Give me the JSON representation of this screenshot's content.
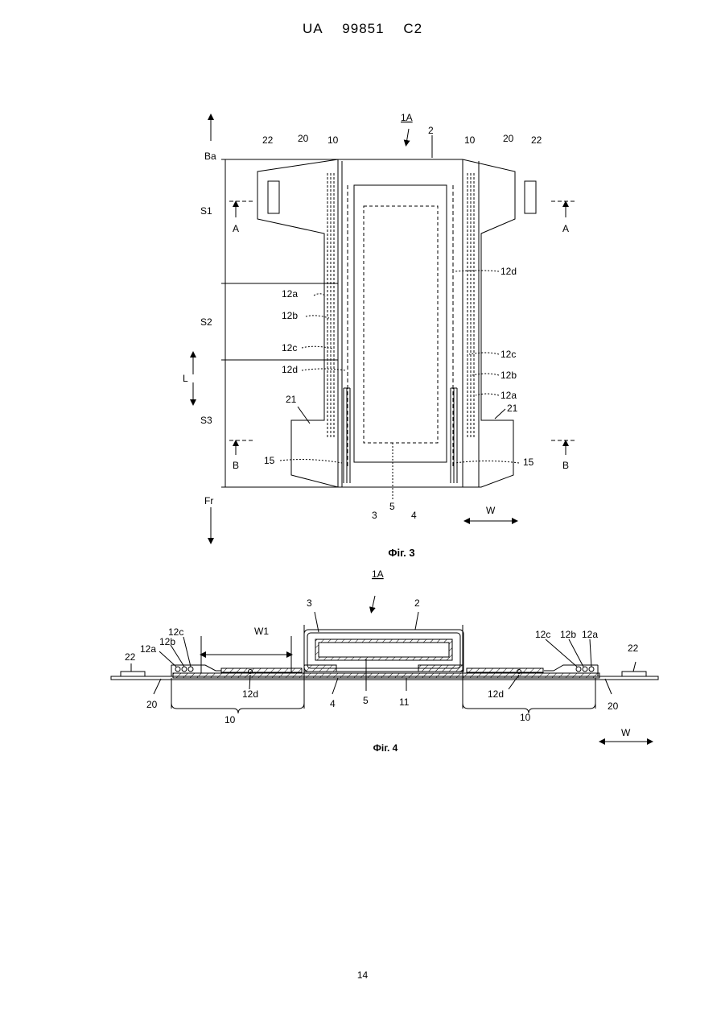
{
  "header": {
    "country": "UA",
    "number": "99851",
    "kind": "C2"
  },
  "figure3": {
    "caption": "Фіг. 3",
    "labels": {
      "ref_1a": "1A",
      "ref_2": "2",
      "ref_10": "10",
      "ref_20": "20",
      "ref_22": "22",
      "ref_21": "21",
      "ref_15": "15",
      "ref_3": "3",
      "ref_4": "4",
      "ref_5": "5",
      "ref_12a": "12a",
      "ref_12b": "12b",
      "ref_12c": "12c",
      "ref_12d": "12d",
      "ba": "Ba",
      "fr": "Fr",
      "s1": "S1",
      "s2": "S2",
      "s3": "S3",
      "l": "L",
      "w": "W",
      "a": "A",
      "b": "B"
    }
  },
  "figure4": {
    "caption": "Фіг. 4",
    "labels": {
      "ref_1a": "1A",
      "ref_2": "2",
      "ref_3": "3",
      "ref_4": "4",
      "ref_5": "5",
      "ref_10": "10",
      "ref_11": "11",
      "ref_12a": "12a",
      "ref_12b": "12b",
      "ref_12c": "12c",
      "ref_12d": "12d",
      "ref_20": "20",
      "ref_22": "22",
      "w1": "W1",
      "w": "W"
    }
  },
  "page_number": "14"
}
